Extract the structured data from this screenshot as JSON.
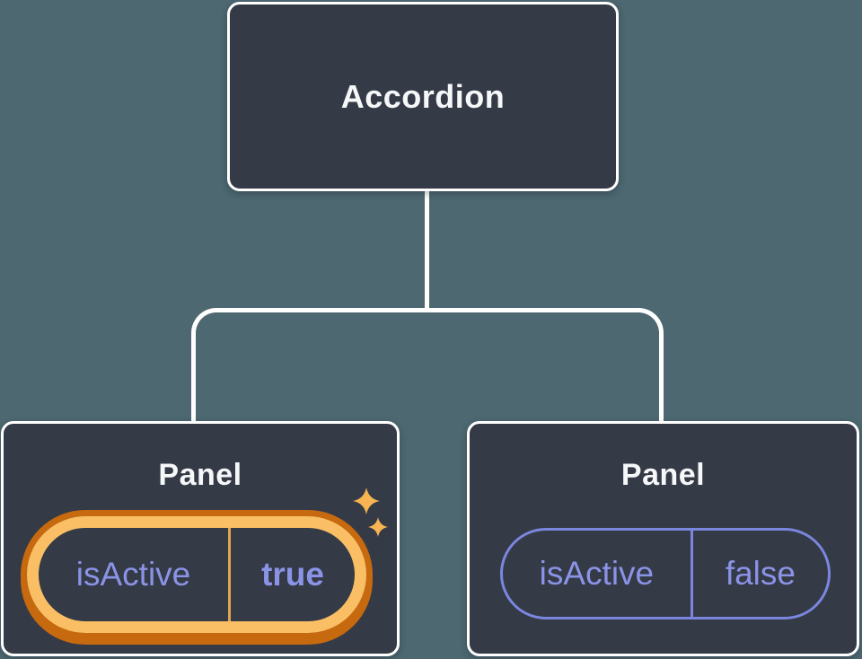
{
  "tree": {
    "root": {
      "label": "Accordion"
    },
    "panels": [
      {
        "title": "Panel",
        "prop_name": "isActive",
        "prop_value": "true",
        "state": "active"
      },
      {
        "title": "Panel",
        "prop_name": "isActive",
        "prop_value": "false",
        "state": "inactive"
      }
    ]
  },
  "colors": {
    "background": "#4d6871",
    "node_fill": "#343a46",
    "node_border": "#ffffff",
    "connector": "#ffffff",
    "title_text": "#f6f7f9",
    "prop_text_purple": "#8b93e6",
    "inactive_pill_border": "#7b86de",
    "active_pill_gold": "#fabf64",
    "active_pill_orange": "#c6690f",
    "active_pill_divider": "#e2a44e",
    "sparkle_gold": "#f7b452"
  }
}
